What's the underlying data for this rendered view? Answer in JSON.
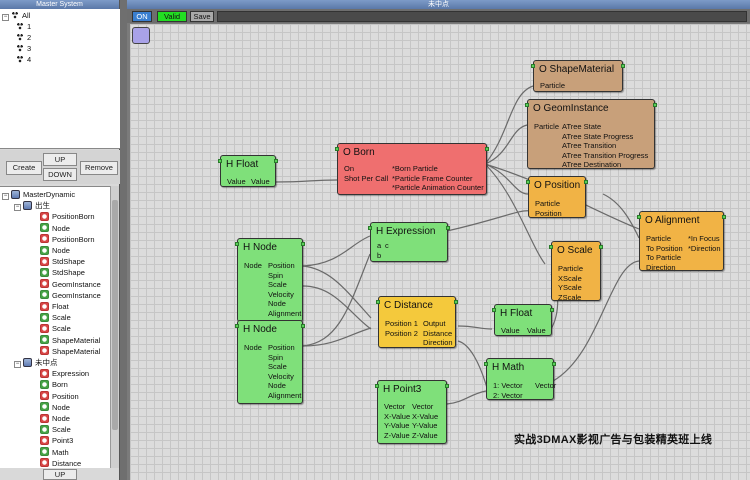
{
  "left_panel": {
    "title": "Master System",
    "master_tree": [
      {
        "label": "All",
        "depth": 0
      },
      {
        "label": "1",
        "depth": 1
      },
      {
        "label": "2",
        "depth": 1
      },
      {
        "label": "3",
        "depth": 1
      },
      {
        "label": "4",
        "depth": 1
      }
    ],
    "buttons": {
      "create": "Create",
      "up": "UP",
      "down": "DOWN",
      "remove": "Remove"
    },
    "dynamic_tree_root": "MasterDynamic",
    "group_birth": "出生",
    "group_birth_items": [
      "PositionBorn",
      "Node",
      "PositionBorn",
      "Node",
      "StdShape",
      "StdShape",
      "GeomInstance",
      "GeomInstance",
      "Float",
      "Scale",
      "Scale",
      "ShapeMaterial",
      "ShapeMaterial"
    ],
    "group_end": "未中点",
    "group_end_items": [
      "Expression",
      "Born",
      "Position",
      "Node",
      "Node",
      "Scale",
      "Point3",
      "Math",
      "Distance"
    ],
    "bottom_up": "UP"
  },
  "right_panel": {
    "title": "未中点",
    "toolbar": {
      "on": "ON",
      "valid": "Valid",
      "save": "Save"
    },
    "watermark": "实战3DMAX影视广告与包装精英班上线"
  },
  "nodes": {
    "shape_material": {
      "title": "O ShapeMaterial",
      "lines": [
        "Particle"
      ]
    },
    "geom_instance": {
      "title": "O GeomInstance",
      "left": [
        "Particle"
      ],
      "right": [
        "ATree State",
        "ATree State Progress",
        "ATree Transition",
        "ATree Transition Progress",
        "ATree Destination"
      ]
    },
    "h_float_1": {
      "title": "H Float",
      "left": [
        "Value"
      ],
      "right": [
        "Value"
      ]
    },
    "o_born": {
      "title": "O Born",
      "left": [
        "On",
        "Shot Per Call"
      ],
      "right": [
        "*Born Particle",
        "*Particle Frame Counter",
        "*Particle Animation Counter"
      ]
    },
    "o_position": {
      "title": "O Position",
      "lines": [
        "Particle",
        "Position"
      ]
    },
    "h_expression": {
      "title": "H Expression",
      "left": [
        "a",
        "b"
      ],
      "right": [
        "c"
      ]
    },
    "o_alignment": {
      "title": "O Alignment",
      "left": [
        "Particle",
        "To Position",
        "To Particle",
        "Direction"
      ],
      "right": [
        "*In Focus",
        "*Direction"
      ]
    },
    "h_node_1": {
      "title": "H Node",
      "left": [
        "Node"
      ],
      "right": [
        "Position",
        "Spin",
        "Scale",
        "Velocity",
        "Node",
        "Alignment"
      ]
    },
    "o_scale": {
      "title": "O Scale",
      "lines": [
        "Particle",
        "XScale",
        "YScale",
        "ZScale"
      ]
    },
    "c_distance": {
      "title": "C Distance",
      "left": [
        "Position 1",
        "Position 2"
      ],
      "right": [
        "Output",
        "Distance",
        "Direction"
      ]
    },
    "h_float_2": {
      "title": "H Float",
      "left": [
        "Value"
      ],
      "right": [
        "Value"
      ]
    },
    "h_node_2": {
      "title": "H Node",
      "left": [
        "Node"
      ],
      "right": [
        "Position",
        "Spin",
        "Scale",
        "Velocity",
        "Node",
        "Alignment"
      ]
    },
    "h_math": {
      "title": "H Math",
      "left": [
        "1: Vector",
        "2: Vector"
      ],
      "right": [
        "Vector"
      ]
    },
    "h_point3": {
      "title": "H Point3",
      "left": [
        "Vector",
        "X-Value",
        "Y-Value",
        "Z-Value"
      ],
      "right": [
        "Vector",
        "X-Value",
        "Y-Value",
        "Z-Value"
      ]
    }
  },
  "colors": {
    "green_node": "#7fe07a",
    "red_node": "#ef6f6f",
    "tan_node": "#c8a07a",
    "orange_node": "#f1b345",
    "valid_button": "#22dd22"
  }
}
